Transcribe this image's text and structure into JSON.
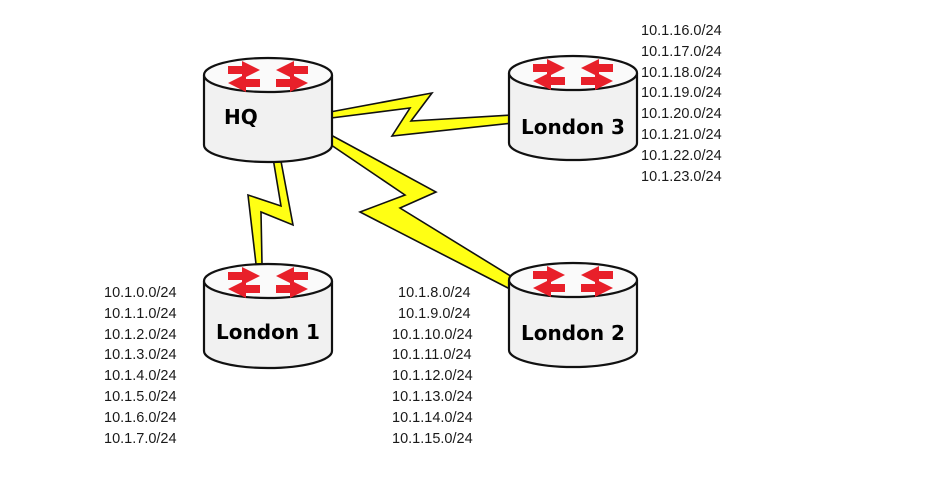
{
  "colors": {
    "link": "#ffff14",
    "link_outline": "#111111",
    "router_body": "#f1f1f1",
    "router_top": "#fafafa",
    "arrow": "#e8202a",
    "text": "#1a1a1a"
  },
  "routers": {
    "hq": {
      "label": "HQ"
    },
    "london1": {
      "label": "London 1"
    },
    "london2": {
      "label": "London 2"
    },
    "london3": {
      "label": "London 3"
    }
  },
  "links": [
    {
      "from": "HQ",
      "to": "London 1",
      "type": "serial-wan"
    },
    {
      "from": "HQ",
      "to": "London 2",
      "type": "serial-wan"
    },
    {
      "from": "HQ",
      "to": "London 3",
      "type": "serial-wan"
    }
  ],
  "subnets": {
    "london1": [
      "10.1.0.0/24",
      "10.1.1.0/24",
      "10.1.2.0/24",
      "10.1.3.0/24",
      "10.1.4.0/24",
      "10.1.5.0/24",
      "10.1.6.0/24",
      "10.1.7.0/24"
    ],
    "london2": [
      "10.1.8.0/24",
      "10.1.9.0/24",
      "10.1.10.0/24",
      "10.1.11.0/24",
      "10.1.12.0/24",
      "10.1.13.0/24",
      "10.1.14.0/24",
      "10.1.15.0/24"
    ],
    "london3": [
      "10.1.16.0/24",
      "10.1.17.0/24",
      "10.1.18.0/24",
      "10.1.19.0/24",
      "10.1.20.0/24",
      "10.1.21.0/24",
      "10.1.22.0/24",
      "10.1.23.0/24"
    ]
  }
}
